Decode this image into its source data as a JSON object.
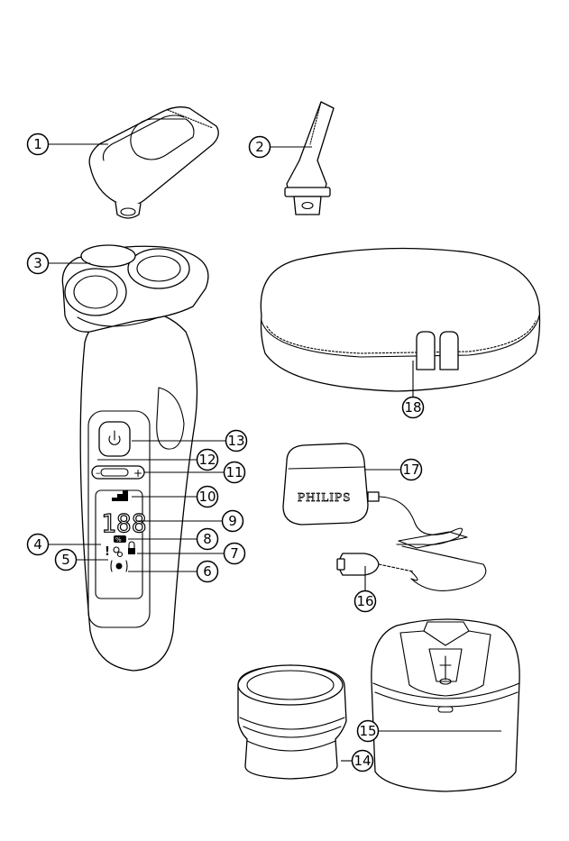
{
  "figure": {
    "brand_text": "PHILIPS",
    "callouts": [
      {
        "id": "1"
      },
      {
        "id": "2"
      },
      {
        "id": "3"
      },
      {
        "id": "4"
      },
      {
        "id": "5"
      },
      {
        "id": "6"
      },
      {
        "id": "7"
      },
      {
        "id": "8"
      },
      {
        "id": "9"
      },
      {
        "id": "10"
      },
      {
        "id": "11"
      },
      {
        "id": "12"
      },
      {
        "id": "13"
      },
      {
        "id": "14"
      },
      {
        "id": "15"
      },
      {
        "id": "16"
      },
      {
        "id": "17"
      },
      {
        "id": "18"
      }
    ],
    "display": {
      "digits": "188",
      "plus_label": "+",
      "minus_label": "–",
      "percent_icon": "%",
      "warning_glyph": "!"
    }
  }
}
